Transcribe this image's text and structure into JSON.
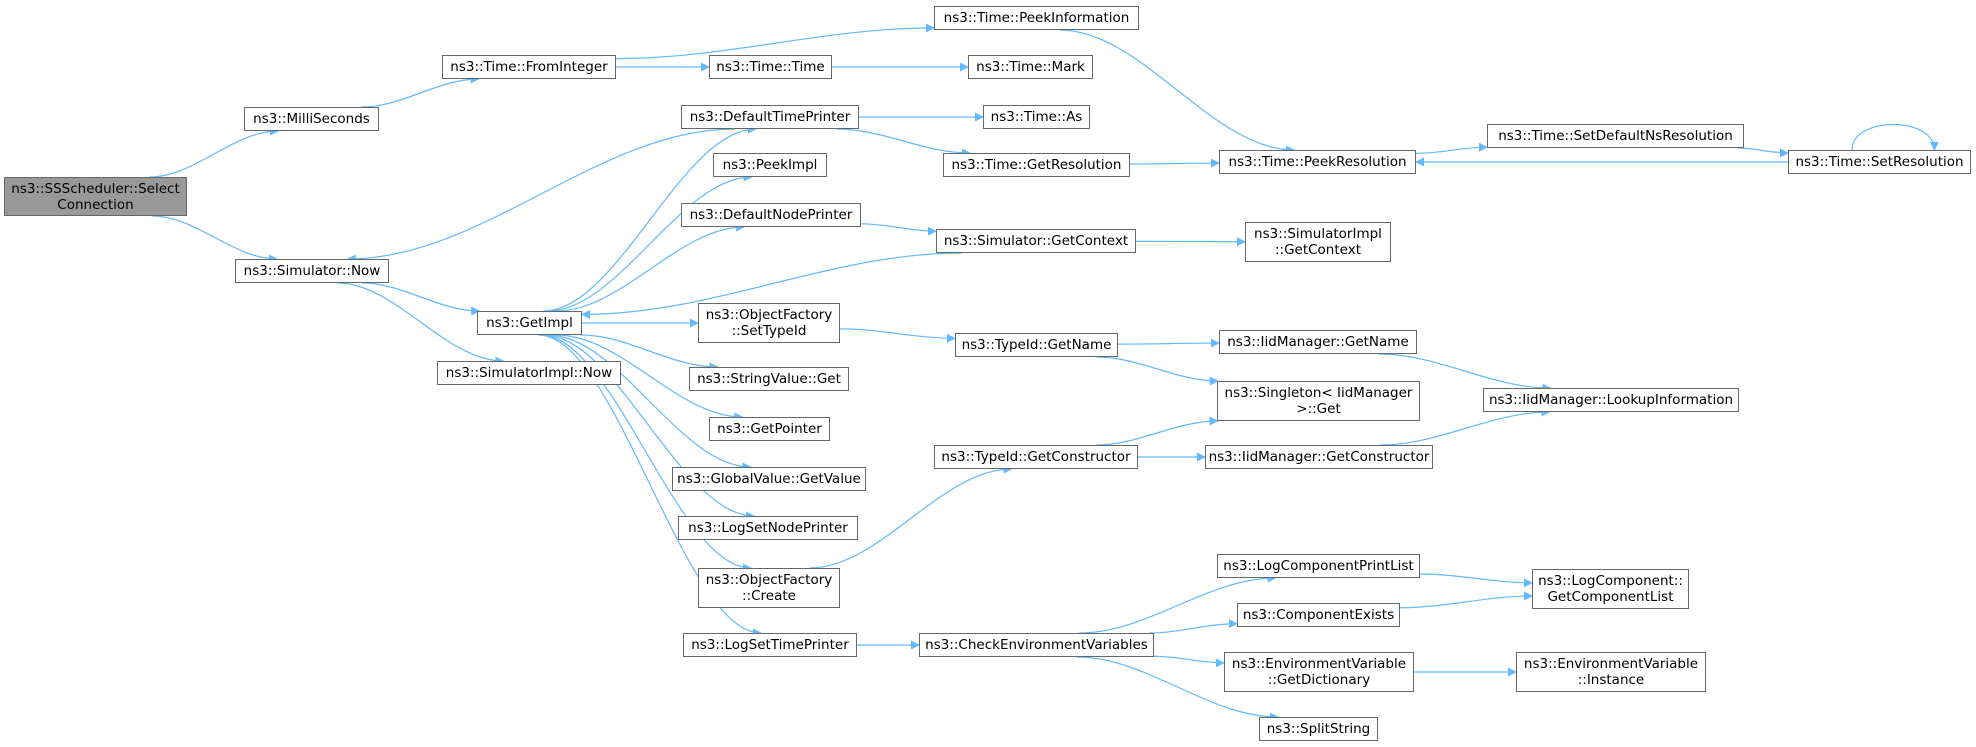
{
  "colors": {
    "edge": "#63b8ff",
    "root_fill": "#999999",
    "node_border": "#666666"
  },
  "nodes": {
    "root": {
      "label": "ns3::SSScheduler::Select\nConnection"
    },
    "milli": {
      "label": "ns3::MilliSeconds"
    },
    "now": {
      "label": "ns3::Simulator::Now"
    },
    "fromint": {
      "label": "ns3::Time::FromInteger"
    },
    "getimpl": {
      "label": "ns3::GetImpl"
    },
    "simimplnow": {
      "label": "ns3::SimulatorImpl::Now"
    },
    "peekinfo": {
      "label": "ns3::Time::PeekInformation"
    },
    "timetime": {
      "label": "ns3::Time::Time"
    },
    "mark": {
      "label": "ns3::Time::Mark"
    },
    "deftp": {
      "label": "ns3::DefaultTimePrinter"
    },
    "as": {
      "label": "ns3::Time::As"
    },
    "getres": {
      "label": "ns3::Time::GetResolution"
    },
    "peekres": {
      "label": "ns3::Time::PeekResolution"
    },
    "setdefns": {
      "label": "ns3::Time::SetDefaultNsResolution"
    },
    "setres": {
      "label": "ns3::Time::SetResolution"
    },
    "peekimpl": {
      "label": "ns3::PeekImpl"
    },
    "defnp": {
      "label": "ns3::DefaultNodePrinter"
    },
    "getctx": {
      "label": "ns3::Simulator::GetContext"
    },
    "implgetctx": {
      "label": "ns3::SimulatorImpl\n::GetContext"
    },
    "ofsettype": {
      "label": "ns3::ObjectFactory\n::SetTypeId"
    },
    "tidgetname": {
      "label": "ns3::TypeId::GetName"
    },
    "iidgetname": {
      "label": "ns3::IidManager::GetName"
    },
    "strget": {
      "label": "ns3::StringValue::Get"
    },
    "singleton": {
      "label": "ns3::Singleton< IidManager\n>::Get"
    },
    "lookup": {
      "label": "ns3::IidManager::LookupInformation"
    },
    "getptr": {
      "label": "ns3::GetPointer"
    },
    "tidgetctor": {
      "label": "ns3::TypeId::GetConstructor"
    },
    "iidgetctor": {
      "label": "ns3::IidManager::GetConstructor"
    },
    "gvgetvalue": {
      "label": "ns3::GlobalValue::GetValue"
    },
    "logsetnp": {
      "label": "ns3::LogSetNodePrinter"
    },
    "ofcreate": {
      "label": "ns3::ObjectFactory\n::Create"
    },
    "logcpl": {
      "label": "ns3::LogComponentPrintList"
    },
    "lcgetlist": {
      "label": "ns3::LogComponent::\nGetComponentList"
    },
    "compexists": {
      "label": "ns3::ComponentExists"
    },
    "logsettp": {
      "label": "ns3::LogSetTimePrinter"
    },
    "checkenv": {
      "label": "ns3::CheckEnvironmentVariables"
    },
    "envgetdict": {
      "label": "ns3::EnvironmentVariable\n::GetDictionary"
    },
    "envinst": {
      "label": "ns3::EnvironmentVariable\n::Instance"
    },
    "split": {
      "label": "ns3::SplitString"
    }
  },
  "edges": [
    [
      "root",
      "milli"
    ],
    [
      "root",
      "now"
    ],
    [
      "milli",
      "fromint"
    ],
    [
      "now",
      "getimpl"
    ],
    [
      "now",
      "simimplnow"
    ],
    [
      "fromint",
      "peekinfo"
    ],
    [
      "fromint",
      "timetime"
    ],
    [
      "timetime",
      "mark"
    ],
    [
      "peekinfo",
      "peekres"
    ],
    [
      "deftp",
      "now"
    ],
    [
      "deftp",
      "as"
    ],
    [
      "deftp",
      "getres"
    ],
    [
      "getres",
      "peekres"
    ],
    [
      "peekres",
      "setdefns"
    ],
    [
      "setdefns",
      "setres"
    ],
    [
      "setres",
      "peekres"
    ],
    [
      "setres",
      "setres"
    ],
    [
      "getimpl",
      "deftp"
    ],
    [
      "getimpl",
      "peekimpl"
    ],
    [
      "getimpl",
      "defnp"
    ],
    [
      "getimpl",
      "ofsettype"
    ],
    [
      "getimpl",
      "strget"
    ],
    [
      "getimpl",
      "getptr"
    ],
    [
      "getimpl",
      "gvgetvalue"
    ],
    [
      "getimpl",
      "logsetnp"
    ],
    [
      "getimpl",
      "ofcreate"
    ],
    [
      "getimpl",
      "logsettp"
    ],
    [
      "defnp",
      "getctx"
    ],
    [
      "getctx",
      "implgetctx"
    ],
    [
      "getctx",
      "getimpl"
    ],
    [
      "ofsettype",
      "tidgetname"
    ],
    [
      "tidgetname",
      "iidgetname"
    ],
    [
      "tidgetname",
      "singleton"
    ],
    [
      "iidgetname",
      "lookup"
    ],
    [
      "ofcreate",
      "tidgetctor"
    ],
    [
      "tidgetctor",
      "singleton"
    ],
    [
      "tidgetctor",
      "iidgetctor"
    ],
    [
      "iidgetctor",
      "lookup"
    ],
    [
      "logsettp",
      "checkenv"
    ],
    [
      "checkenv",
      "logcpl"
    ],
    [
      "checkenv",
      "compexists"
    ],
    [
      "checkenv",
      "envgetdict"
    ],
    [
      "checkenv",
      "split"
    ],
    [
      "logcpl",
      "lcgetlist"
    ],
    [
      "compexists",
      "lcgetlist"
    ],
    [
      "envgetdict",
      "envinst"
    ]
  ]
}
